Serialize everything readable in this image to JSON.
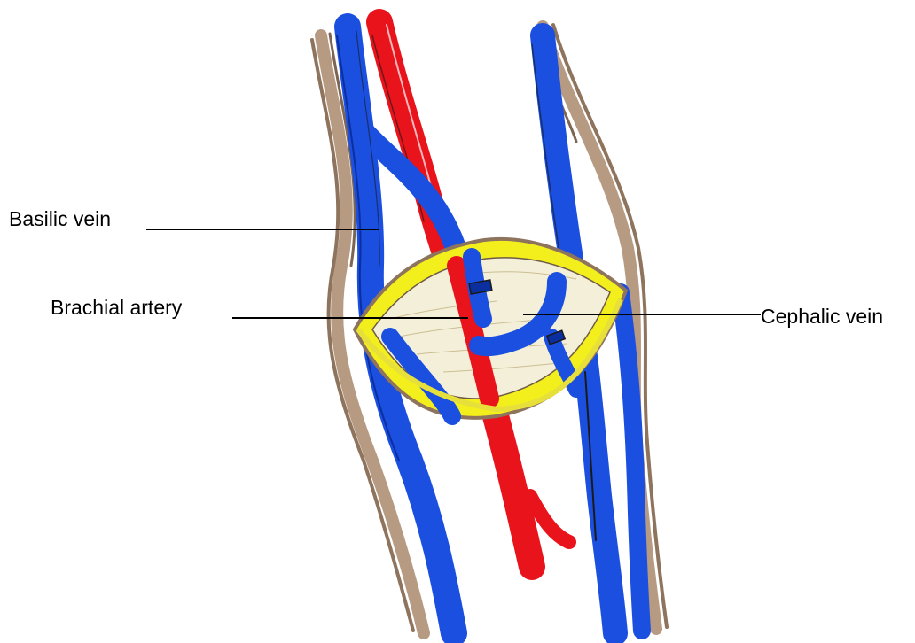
{
  "labels": {
    "basilic_vein": "Basilic vein",
    "brachial_artery": "Brachial artery",
    "cephalic_vein": "Cephalic vein"
  },
  "colors": {
    "background": "#ffffff",
    "vein": "#1a4fe0",
    "vein_dark": "#0c2fa0",
    "artery": "#e8131b",
    "skin_outline": "#b69a82",
    "fat": "#f2ef1c",
    "incision_tissue": "#f3efd9",
    "ink": "#1a1a1a",
    "leader_line": "#000000"
  },
  "icons": {
    "vein_ligature_upper": "ligature-clip-icon",
    "vein_ligature_lower": "ligature-clip-icon"
  }
}
